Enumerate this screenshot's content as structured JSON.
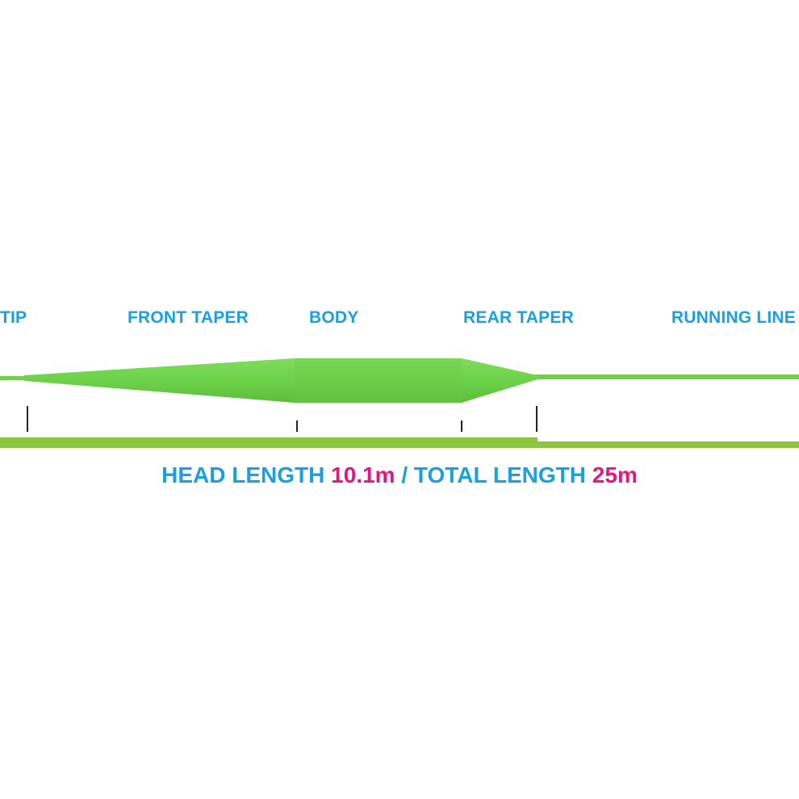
{
  "colors": {
    "label_blue": "#1b9fe0",
    "value_pink": "#e6157f",
    "line_green": "#6cd048",
    "bar_green": "#8cc63f",
    "tick_black": "#222222"
  },
  "sections": {
    "tip": "TIP",
    "front_taper": "FRONT TAPER",
    "body": "BODY",
    "rear_taper": "REAR TAPER",
    "running_line": "RUNNING LINE"
  },
  "caption": {
    "head_label": "HEAD LENGTH ",
    "head_value": "10.1m",
    "separator": " / TOTAL LENGTH ",
    "total_value": "25m"
  }
}
